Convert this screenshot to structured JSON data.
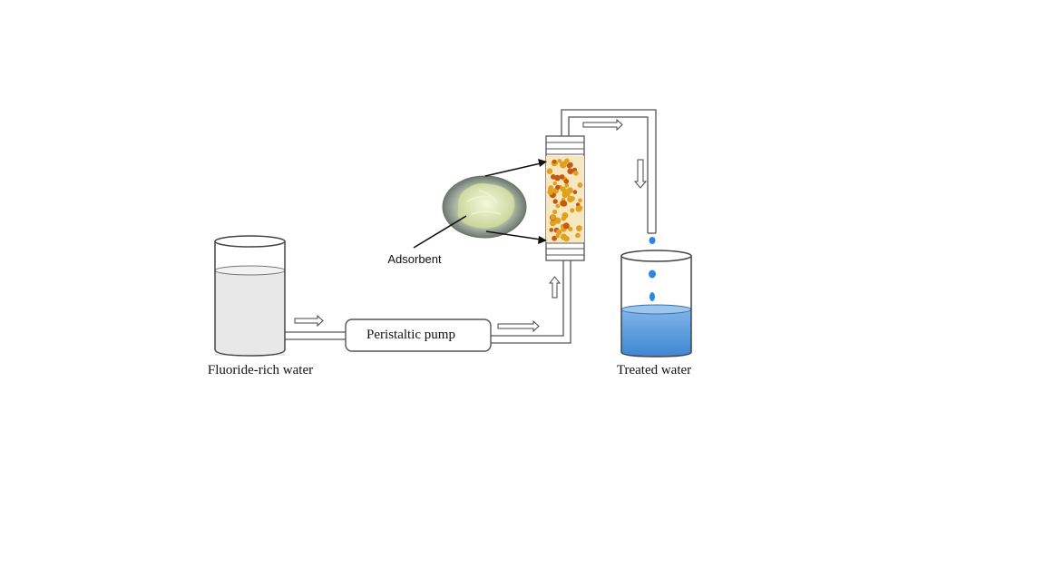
{
  "labels": {
    "source": "Fluoride-rich water",
    "pump": "Peristaltic pump",
    "adsorbent": "Adsorbent",
    "output": "Treated water"
  },
  "colors": {
    "outline": "#555555",
    "source_water": "#e6e6e6",
    "treated_water": "#4a8fd6",
    "treated_water_top": "#9cc6ee",
    "droplet": "#3a8ee0",
    "bead": "#e0a020",
    "bead_dark": "#c45a10",
    "powder": "#dfe8b8",
    "dish": "#9aa39a"
  },
  "icons": {
    "flow_arrow": "hollow-arrow-icon",
    "drop": "water-drop-icon"
  }
}
